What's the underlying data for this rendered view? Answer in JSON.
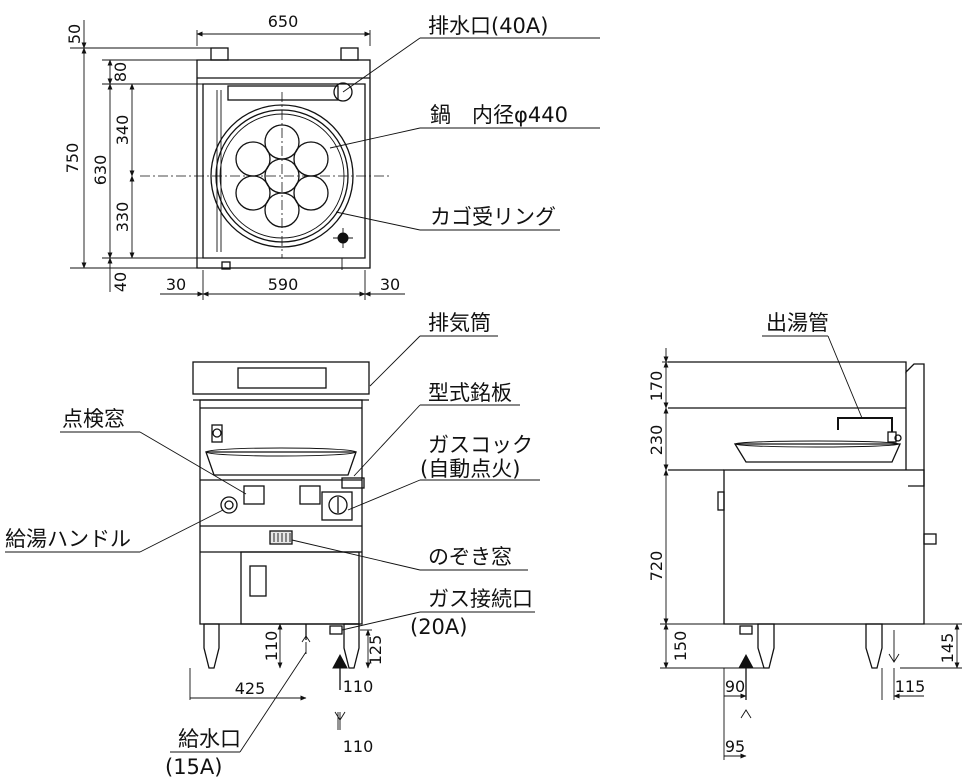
{
  "labels": {
    "drain": "排水口(40A)",
    "pot": "鍋　内径φ440",
    "basket_ring": "カゴ受リング",
    "exhaust": "排気筒",
    "nameplate": "型式銘板",
    "inspection_window": "点検窓",
    "gas_cock": "ガスコック",
    "gas_cock_sub": "(自動点火)",
    "water_handle": "給湯ハンドル",
    "peep_window": "のぞき窓",
    "gas_inlet": "ガス接続口",
    "gas_inlet_size": "(20A)",
    "water_inlet": "給水口",
    "water_inlet_size": "(15A)",
    "hot_water_pipe": "出湯管"
  },
  "dims_top": {
    "width_top": "650",
    "width_bottom": "590",
    "left_margin": "30",
    "right_margin": "30",
    "h50": "50",
    "h750": "750",
    "h80": "80",
    "h340": "340",
    "h630": "630",
    "h330": "330",
    "h40": "40"
  },
  "dims_front": {
    "d110_left": "110",
    "d425": "425",
    "d125": "125",
    "d110_a": "110",
    "d110_b": "110"
  },
  "dims_side": {
    "d170": "170",
    "d230": "230",
    "d720": "720",
    "d150": "150",
    "d145": "145",
    "d90": "90",
    "d115": "115",
    "d95": "95"
  }
}
